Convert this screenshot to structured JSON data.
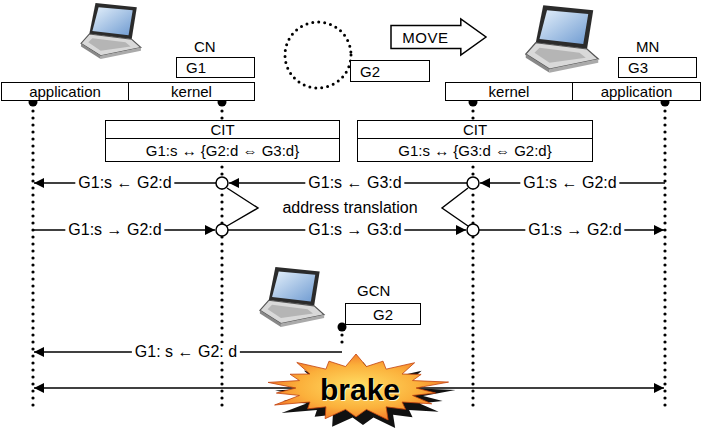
{
  "diagram": {
    "nodes": [
      {
        "text": [
          "MOVE"
        ]
      },
      {
        "text": [
          "CN",
          "G1"
        ]
      },
      {
        "text": [
          "G2"
        ]
      },
      {
        "text": [
          "MN",
          "G3"
        ]
      },
      {
        "text": [
          "application"
        ]
      },
      {
        "text": [
          "kernel"
        ]
      },
      {
        "text": [
          "kernel"
        ]
      },
      {
        "text": [
          "application"
        ]
      },
      {
        "text": [
          "CIT",
          "G1:s ↔ {G2:d ⇔ G3:d}"
        ]
      },
      {
        "text": [
          "CIT",
          "G1:s ↔ {G3:d ⇔ G2:d}"
        ]
      },
      {
        "text": [
          "GCN",
          "G2"
        ]
      },
      {
        "text": [
          "brake"
        ]
      }
    ],
    "labels": [
      "G1:s ← G2:d",
      "G1:s ← G3:d",
      "G1:s ← G2:d",
      "address translation",
      "G1:s → G2:d",
      "G1:s → G3:d",
      "G1:s → G2:d",
      "G1: s ← G2: d"
    ]
  }
}
